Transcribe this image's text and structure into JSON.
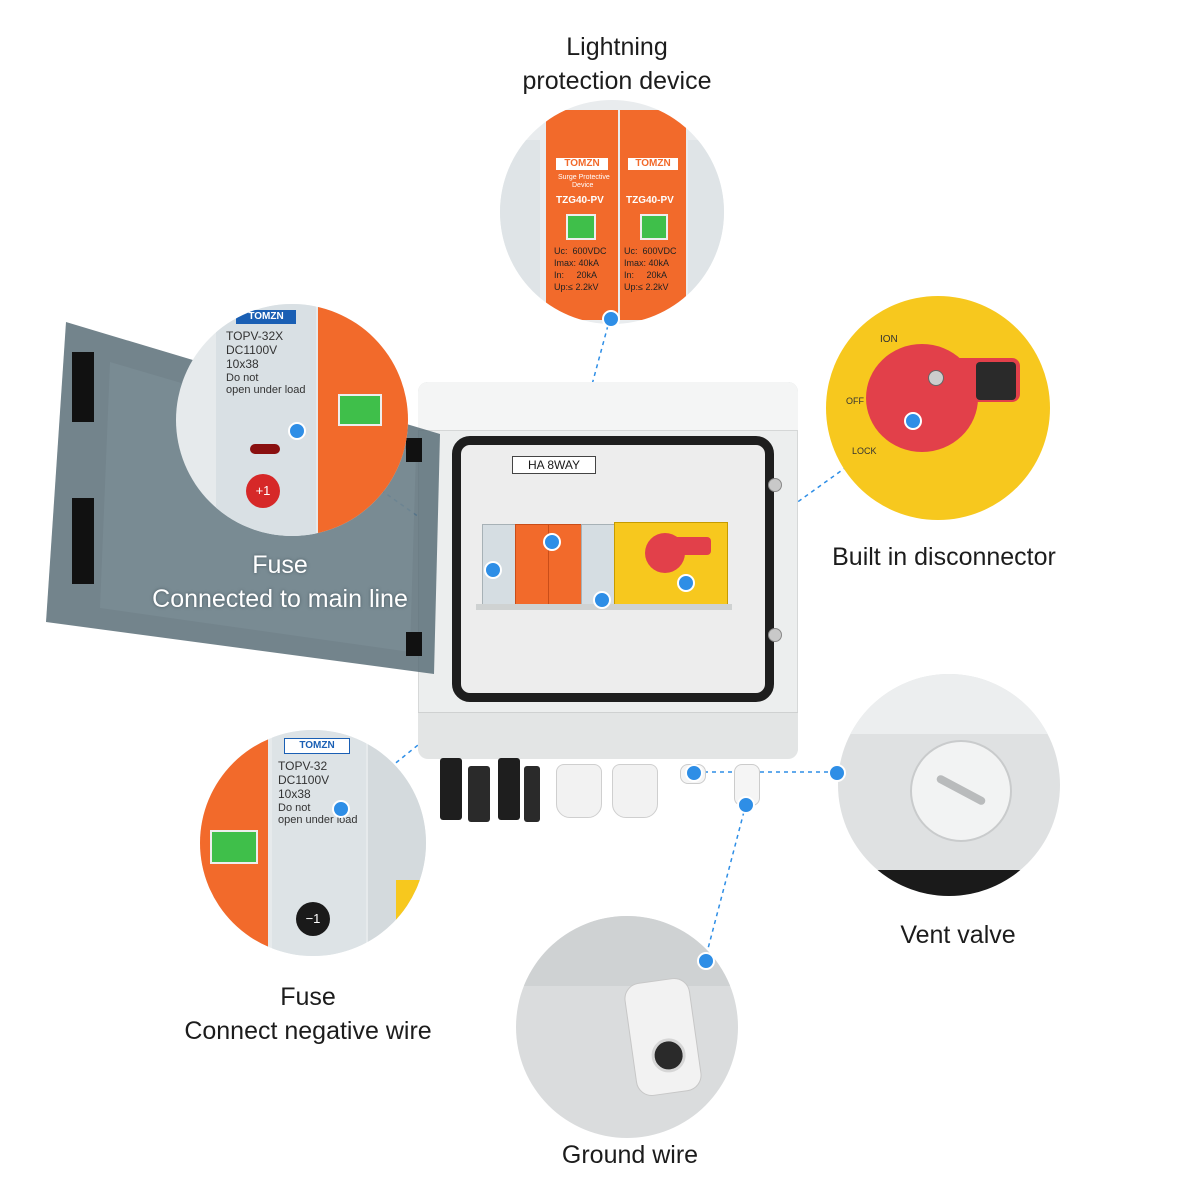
{
  "captions": {
    "lightning": [
      "Lightning",
      "protection device"
    ],
    "disconnector": [
      "Built in disconnector"
    ],
    "fuse_main": [
      "Fuse",
      "Connected to main line"
    ],
    "fuse_negative": [
      "Fuse",
      "Connect negative wire"
    ],
    "vent": [
      "Vent valve"
    ],
    "ground": [
      "Ground wire"
    ]
  },
  "product": {
    "panel_label": "HA 8WAY",
    "brand": "TOMZN"
  },
  "fuse_module": {
    "model": "TOPV-32X",
    "rating": "DC1100V",
    "size": "10x38",
    "warning": [
      "Do not",
      "open under load"
    ],
    "polarity": "+1"
  },
  "fuse_module_negative": {
    "model": "TOPV-32",
    "rating": "DC1100V",
    "size": "10x38",
    "warning": [
      "Do not",
      "open under load"
    ],
    "polarity": "−1"
  },
  "spd_module": {
    "header": [
      "Surge Protective",
      "Device"
    ],
    "model": "TZG40-PV",
    "specs": [
      "Uc:  600VDC",
      "Imax: 40kA",
      "In:     20kA",
      "Up:≤ 2.2kV"
    ]
  },
  "disconnector": {
    "on": "ION",
    "off": "OFF",
    "lock": "LOCK"
  },
  "colors": {
    "accent_blue": "#2e8ee6",
    "spd_orange": "#f26a2b",
    "disconnector_yellow": "#f7c81e",
    "handle_red": "#e2404a"
  }
}
